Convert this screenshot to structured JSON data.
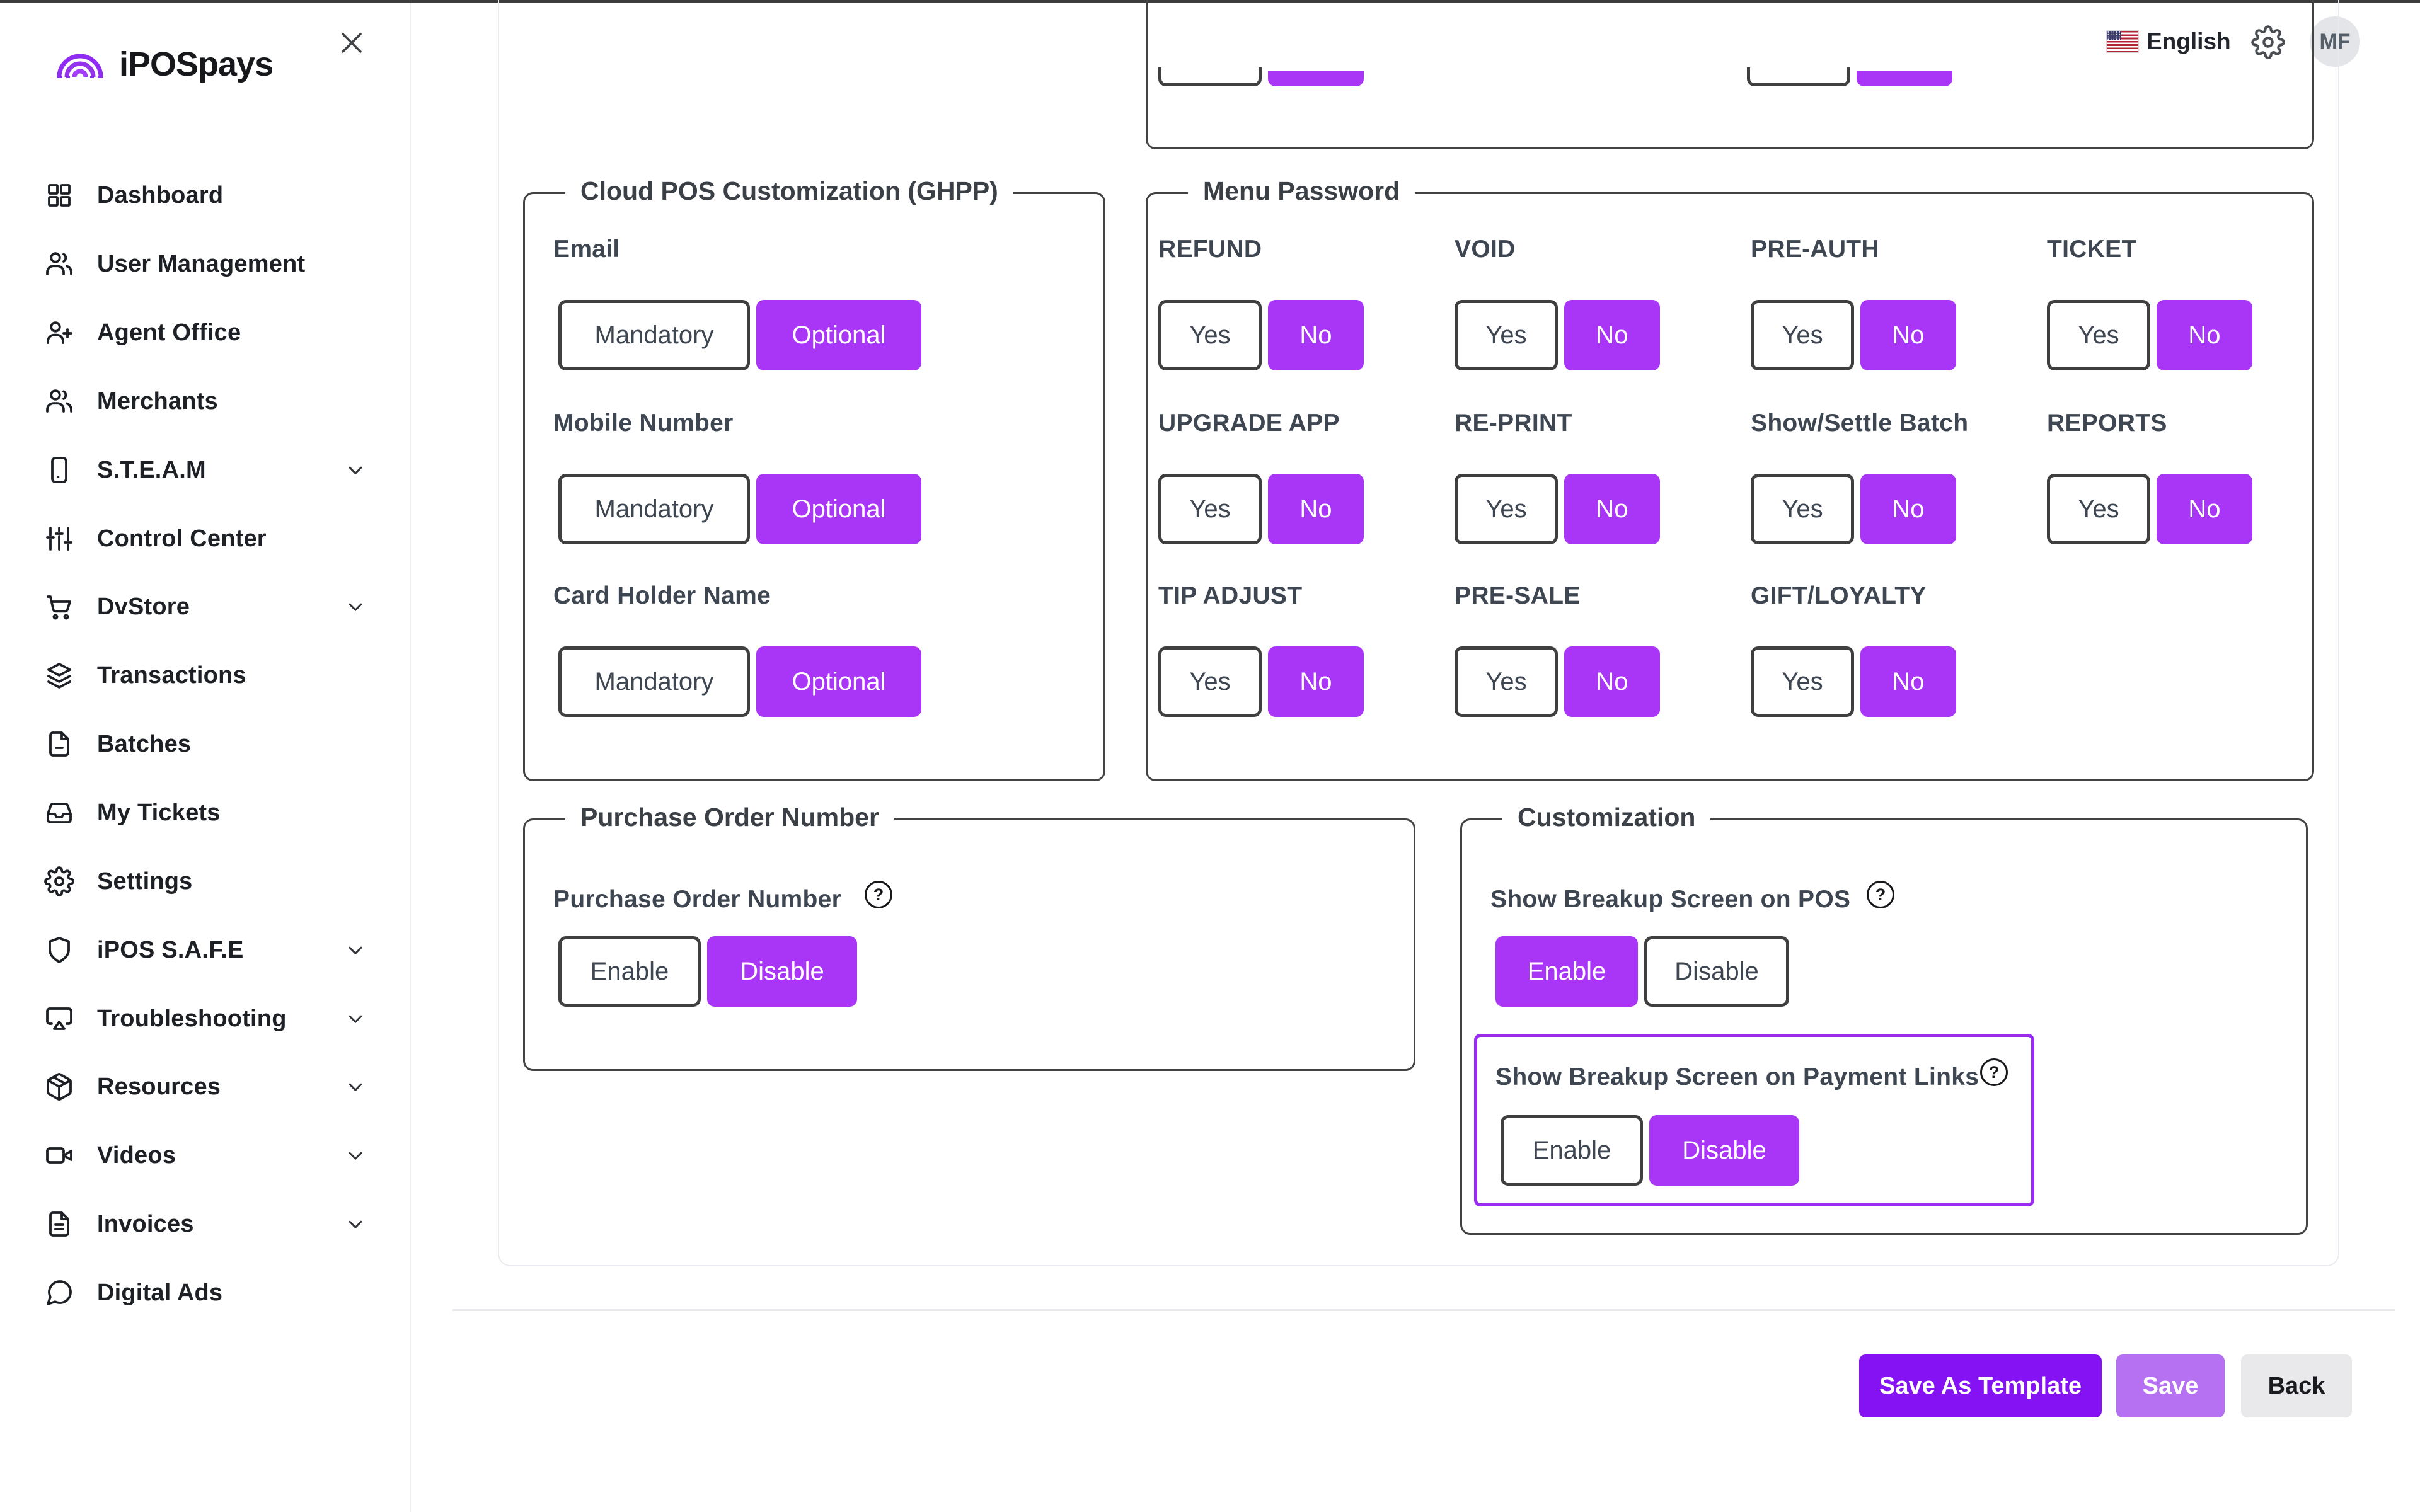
{
  "brand": {
    "name": "iPOSpays"
  },
  "header": {
    "language": "English",
    "avatar_initials": "MF"
  },
  "sidebar": {
    "items": [
      {
        "label": "Dashboard",
        "icon": "dashboard-grid",
        "chevron": false
      },
      {
        "label": "User Management",
        "icon": "users",
        "chevron": false
      },
      {
        "label": "Agent Office",
        "icon": "user-plus",
        "chevron": false
      },
      {
        "label": "Merchants",
        "icon": "users",
        "chevron": false
      },
      {
        "label": "S.T.E.A.M",
        "icon": "smartphone",
        "chevron": true
      },
      {
        "label": "Control Center",
        "icon": "sliders",
        "chevron": false
      },
      {
        "label": "DvStore",
        "icon": "shopping-cart",
        "chevron": true
      },
      {
        "label": "Transactions",
        "icon": "layers",
        "chevron": false
      },
      {
        "label": "Batches",
        "icon": "file-minus",
        "chevron": false
      },
      {
        "label": "My Tickets",
        "icon": "inbox",
        "chevron": false
      },
      {
        "label": "Settings",
        "icon": "gear",
        "chevron": false
      },
      {
        "label": "iPOS S.A.F.E",
        "icon": "shield",
        "chevron": true
      },
      {
        "label": "Troubleshooting",
        "icon": "screen-share",
        "chevron": true
      },
      {
        "label": "Resources",
        "icon": "package",
        "chevron": true
      },
      {
        "label": "Videos",
        "icon": "video-camera",
        "chevron": true
      },
      {
        "label": "Invoices",
        "icon": "file-text",
        "chevron": true
      },
      {
        "label": "Digital Ads",
        "icon": "message-bubble",
        "chevron": false
      }
    ]
  },
  "ui": {
    "help_glyph": "?",
    "yes_label": "Yes",
    "no_label": "No",
    "enable_label": "Enable",
    "disable_label": "Disable",
    "mandatory_label": "Mandatory",
    "optional_label": "Optional"
  },
  "panels": {
    "cloud_pos": {
      "legend": "Cloud POS Customization (GHPP)",
      "fields": [
        {
          "label": "Email",
          "selected": "Optional"
        },
        {
          "label": "Mobile Number",
          "selected": "Optional"
        },
        {
          "label": "Card Holder Name",
          "selected": "Optional"
        }
      ]
    },
    "menu_password": {
      "legend": "Menu Password",
      "items": [
        {
          "label": "REFUND",
          "selected": "No"
        },
        {
          "label": "VOID",
          "selected": "No"
        },
        {
          "label": "PRE-AUTH",
          "selected": "No"
        },
        {
          "label": "TICKET",
          "selected": "No"
        },
        {
          "label": "UPGRADE APP",
          "selected": "No"
        },
        {
          "label": "RE-PRINT",
          "selected": "No"
        },
        {
          "label": "Show/Settle Batch",
          "selected": "No"
        },
        {
          "label": "REPORTS",
          "selected": "No"
        },
        {
          "label": "TIP ADJUST",
          "selected": "No"
        },
        {
          "label": "PRE-SALE",
          "selected": "No"
        },
        {
          "label": "GIFT/LOYALTY",
          "selected": "No"
        }
      ]
    },
    "purchase_order": {
      "legend": "Purchase Order Number",
      "field_label": "Purchase Order Number",
      "selected": "Disable"
    },
    "customization": {
      "legend": "Customization",
      "pos_label": "Show Breakup Screen on POS",
      "pos_selected": "Enable",
      "links_label": "Show Breakup Screen on Payment Links",
      "links_selected": "Disable"
    }
  },
  "footer": {
    "save_as_template": "Save As Template",
    "save": "Save",
    "back": "Back"
  },
  "colors": {
    "toggle_purple": "#A935F6",
    "save_template_purple": "#8412F2",
    "save_light_purple": "#B571F2",
    "back_gray": "#E9E9EC",
    "highlight_border_purple": "#9A2CF2",
    "label_slate": "#3e4651",
    "border_dark": "#3f3f3f"
  }
}
